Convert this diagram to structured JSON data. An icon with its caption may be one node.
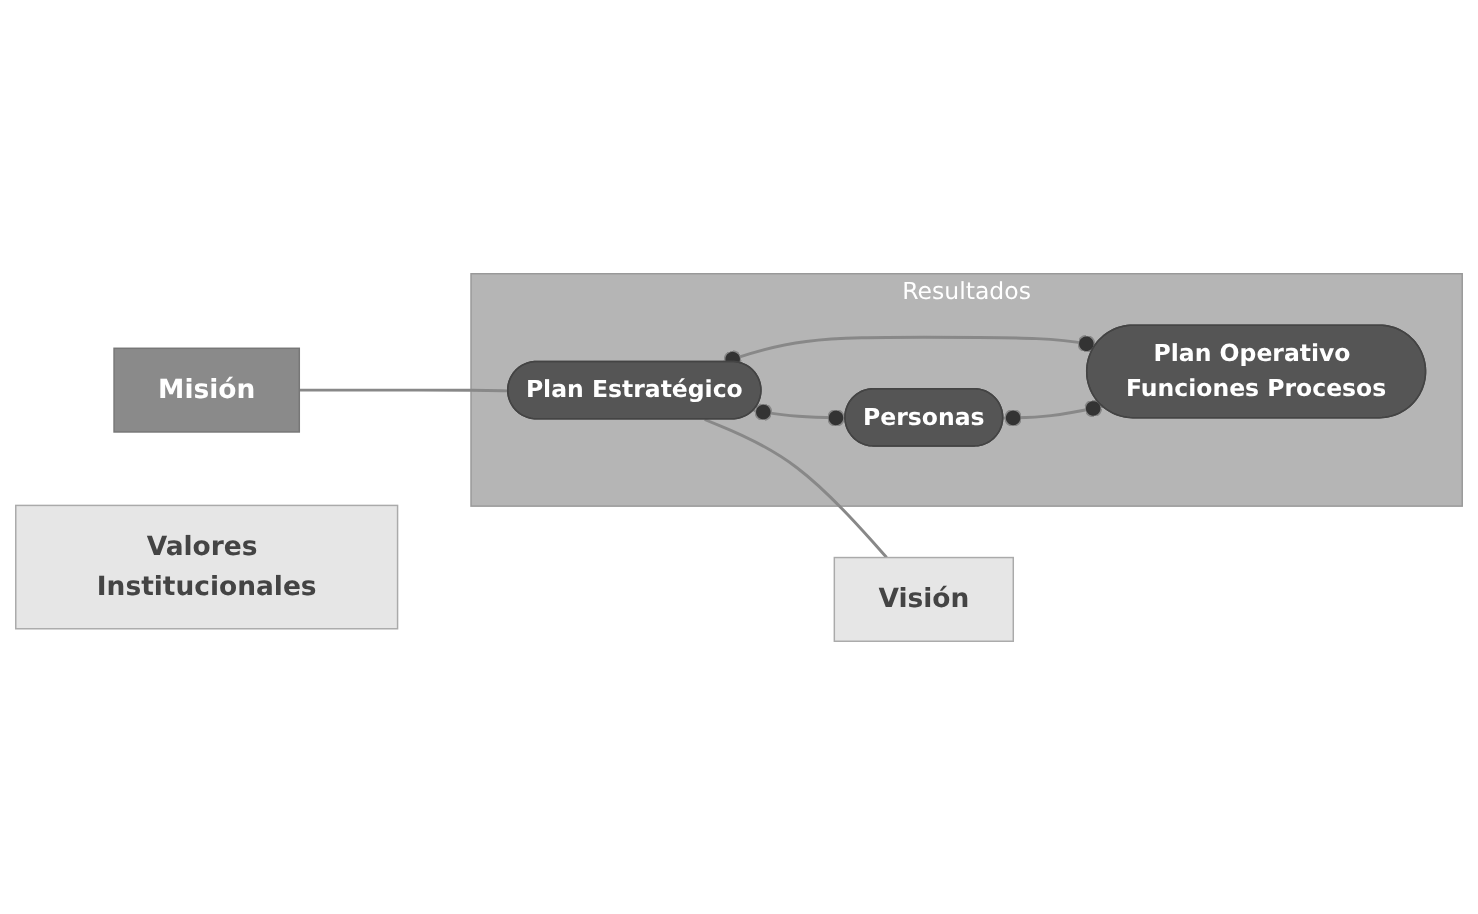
{
  "diagram": {
    "nodes": [
      {
        "text": [
          "Misión"
        ]
      },
      {
        "text": [
          "Resultados"
        ]
      },
      {
        "text": [
          "Plan Estratégico"
        ],
        "in": 1
      },
      {
        "text": [
          "Visión"
        ]
      },
      {
        "text": [
          "Personas"
        ],
        "in": 1
      },
      {
        "text": [
          "Plan Operativo Funciones Procesos"
        ],
        "in": 1
      },
      {
        "text": [
          "Valores Institucionales"
        ]
      }
    ],
    "edges": [
      {
        "from": 0,
        "to": 2,
        "arrow": "none"
      },
      {
        "from": 2,
        "to": 3,
        "arrow": "none"
      },
      {
        "from": 4,
        "to": 2,
        "arrow": "other"
      },
      {
        "from": 5,
        "to": 2,
        "arrow": "other"
      },
      {
        "from": 4,
        "to": 5,
        "arrow": "other"
      }
    ]
  }
}
